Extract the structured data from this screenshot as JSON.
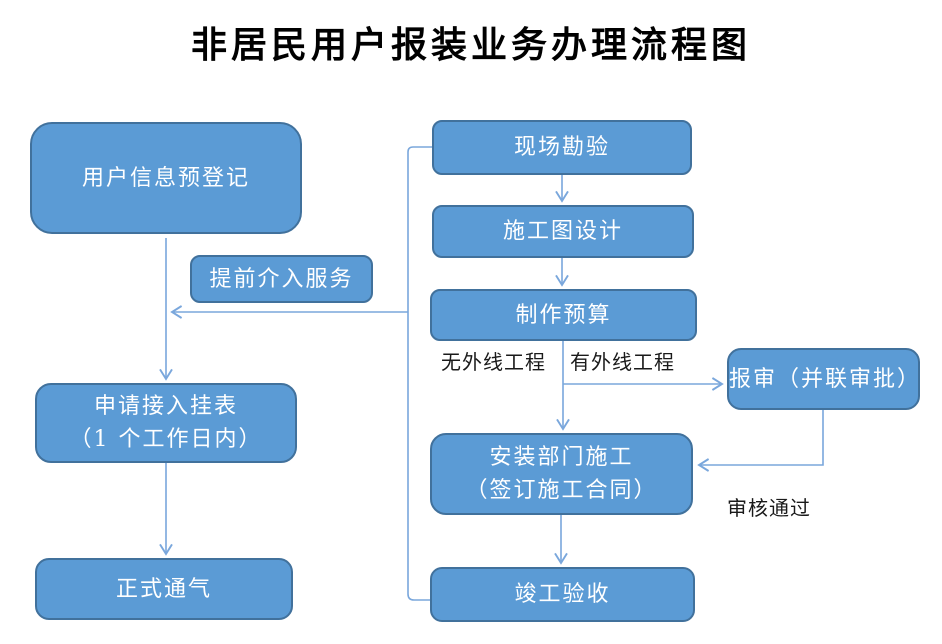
{
  "title": "非居民用户报装业务办理流程图",
  "colors": {
    "box_fill": "#5b9bd5",
    "box_border": "#41719c",
    "connector": "#7aa7dc",
    "label_color": "#1a1a1a",
    "background": "#ffffff"
  },
  "nodes": {
    "pre_register": {
      "label": "用户信息预登记"
    },
    "early_service": {
      "label": "提前介入服务"
    },
    "apply_meter": {
      "label": "申请接入挂表\n（1 个工作日内）"
    },
    "official_gas": {
      "label": "正式通气"
    },
    "site_survey": {
      "label": "现场勘验"
    },
    "construction_design": {
      "label": "施工图设计"
    },
    "make_budget": {
      "label": "制作预算"
    },
    "report_approval": {
      "label": "报审（并联审批）"
    },
    "installation": {
      "label": "安装部门施工\n（签订施工合同）"
    },
    "completion_acceptance": {
      "label": "竣工验收"
    }
  },
  "edge_labels": {
    "no_external_line": "无外线工程",
    "has_external_line": "有外线工程",
    "review_passed": "审核通过"
  }
}
